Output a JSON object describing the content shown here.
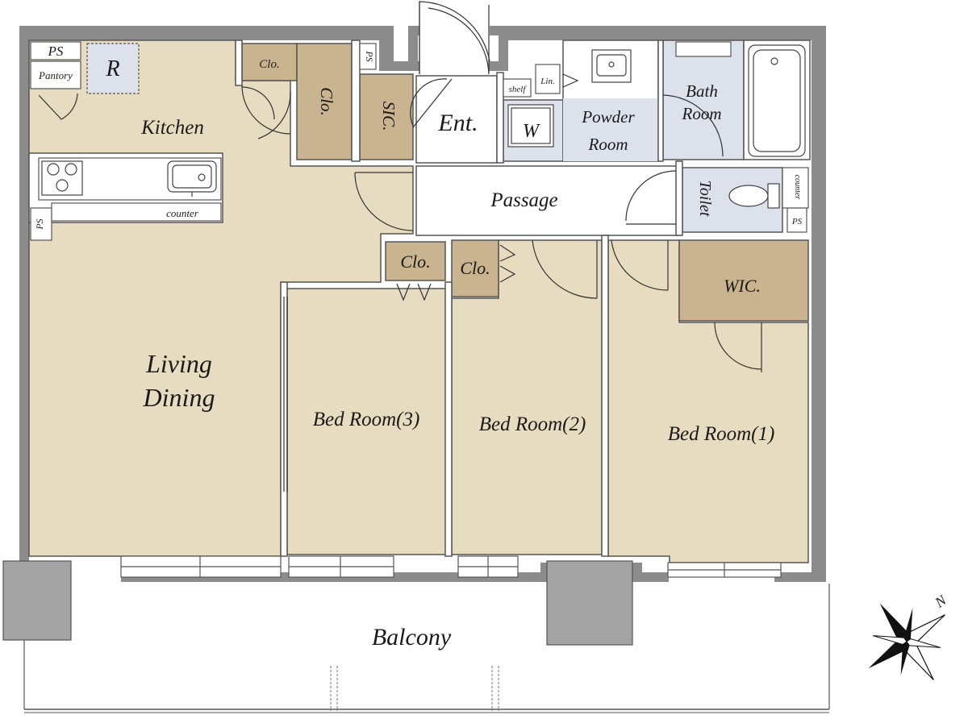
{
  "rooms": {
    "living_dining": [
      "Living",
      "Dining"
    ],
    "kitchen": "Kitchen",
    "bed1": "Bed Room(1)",
    "bed2": "Bed Room(2)",
    "bed3": "Bed Room(3)",
    "entrance": "Ent.",
    "passage": "Passage",
    "powder": [
      "Powder",
      "Room"
    ],
    "bath": [
      "Bath",
      "Room"
    ],
    "toilet": "Toilet",
    "balcony": "Balcony",
    "wic": "WIC.",
    "sic": "SIC."
  },
  "storage": {
    "clo_small": "Clo.",
    "clo_tall": "Clo.",
    "clo_bed3": "Clo.",
    "clo_bed2": "Clo.",
    "pantory": "Pantory",
    "ps": "PS",
    "refrigerator": "R",
    "washer": "W",
    "linen": "Lin.",
    "shelf": "shelf",
    "counter": "counter"
  },
  "compass": {
    "north": "N"
  },
  "colors": {
    "room_fill": "#e8dcc0",
    "storage_fill": "#c9b48f",
    "wet_fill": "#dde1eb",
    "wall": "#8c8c8c",
    "pillar": "#a3a3a3"
  }
}
